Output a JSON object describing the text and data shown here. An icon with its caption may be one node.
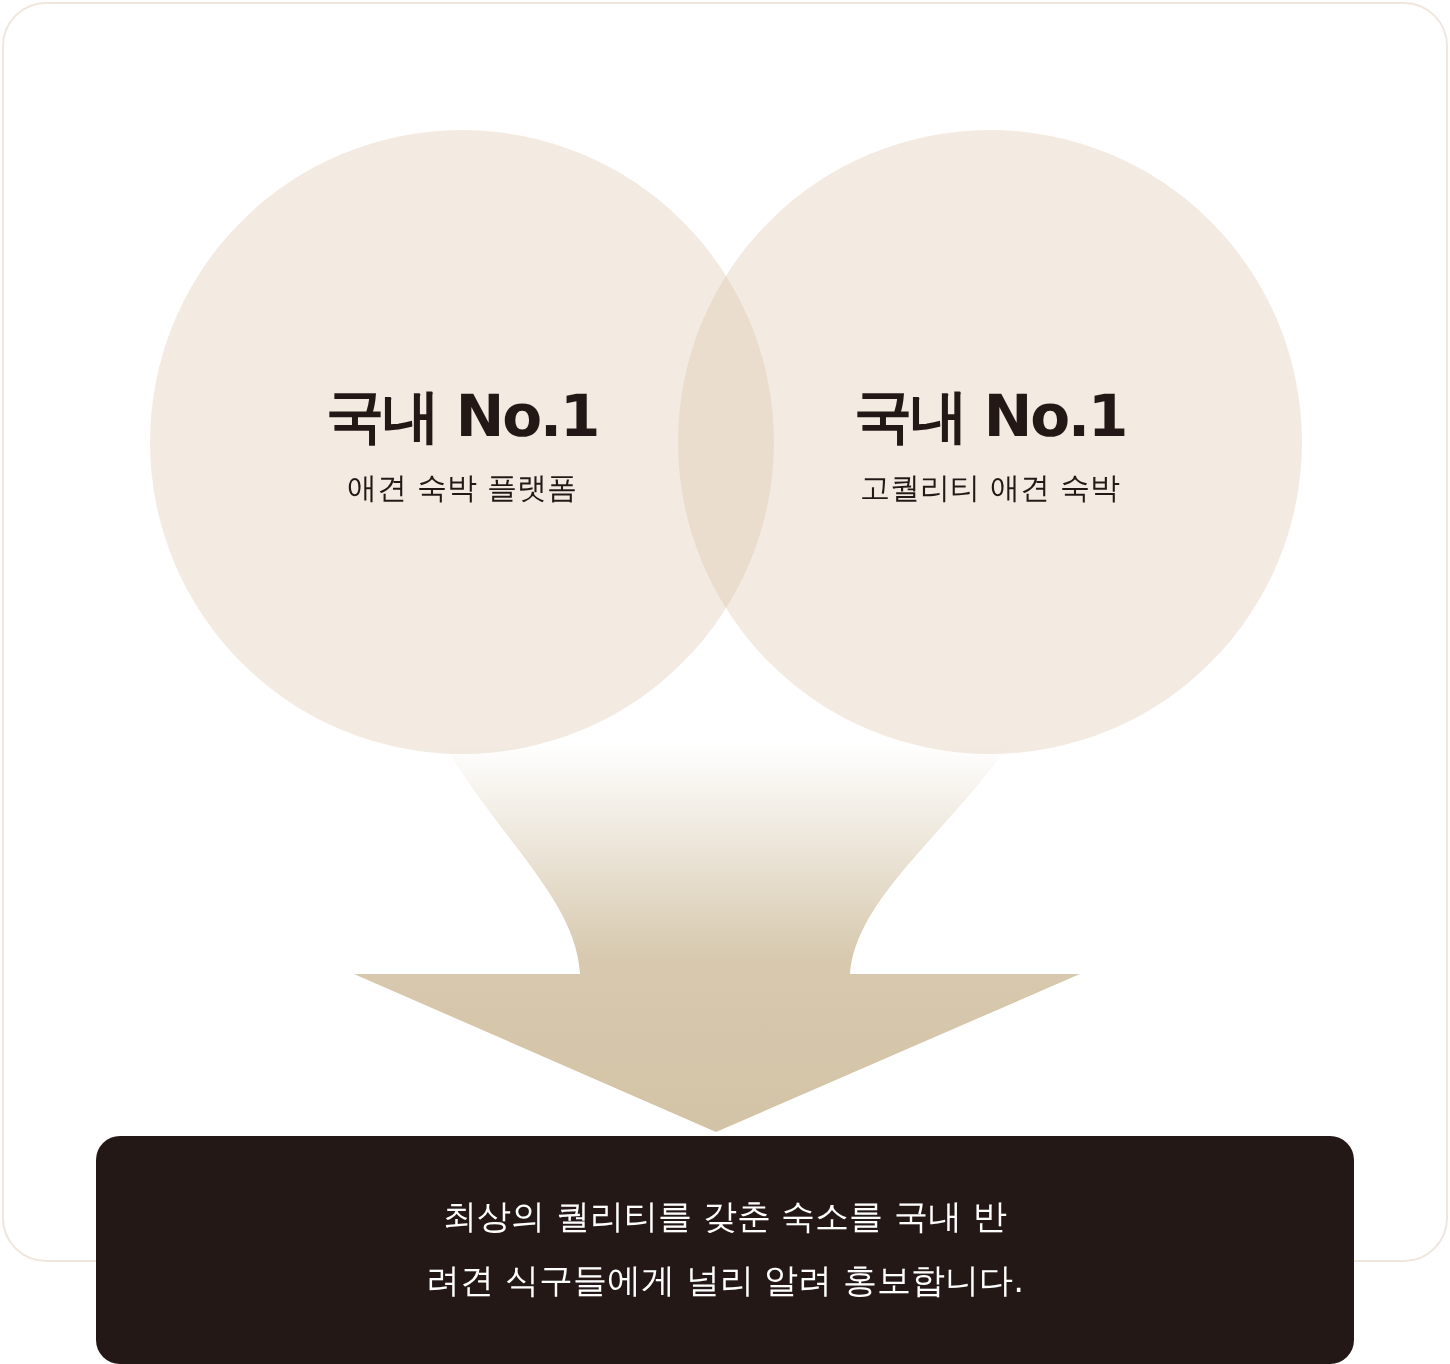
{
  "diagram": {
    "nodes": [
      {
        "text": [
          "국내 No.1",
          "애견 숙박 플랫폼"
        ]
      },
      {
        "text": [
          "국내 No.1",
          "고퀄리티 애견 숙박"
        ]
      },
      {
        "text": [
          "최상의 퀄리티를 갖춘 숙소를 국내 반려견 식구들에게 널리 알려 홍보합니다."
        ]
      }
    ],
    "edges": [
      {
        "from": 0,
        "to": 2,
        "arrow": "to"
      },
      {
        "from": 1,
        "to": 2,
        "arrow": "to"
      }
    ]
  }
}
